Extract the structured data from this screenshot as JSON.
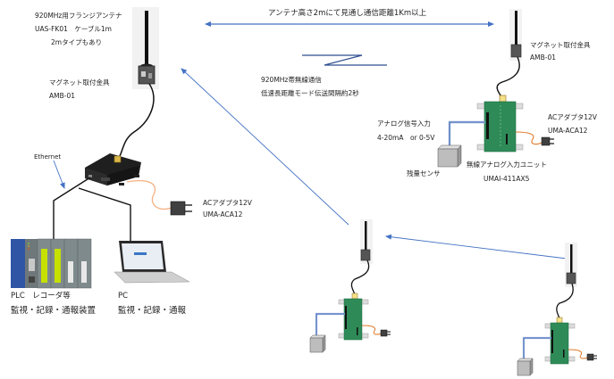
{
  "title": "920MHz wireless analog input system diagram",
  "colors": {
    "arrow": "#4472c4",
    "wire": "#111111",
    "power_cable": "#f4b183",
    "power_cable_dark": "#e07a2a",
    "signal_cable": "#8faadc",
    "board": "#2e8b57",
    "board_dark": "#1d6b41",
    "gateway": "#1f1f1f",
    "plc_blue": "#2f55a4",
    "plc_gray": "#7f8a8c",
    "plc_led": "#c6e000",
    "sensor": "#b7b7b7"
  },
  "labels": {
    "gateway_antenna": {
      "line1": "920MHz用フランジアンテナ",
      "line2": "UAS-FK01　ケーブル1m",
      "line3": "2mタイプもあり"
    },
    "gateway_mount": {
      "line1": "マグネット取付金具",
      "line2": "AMB-01"
    },
    "ethernet": "Ethernet",
    "gateway_adapter": {
      "line1": "ACアダプタ12V",
      "line2": "UMA-ACA12"
    },
    "plc": {
      "line1": "PLC　レコーダ等",
      "line2": "監視・記録・通報装置"
    },
    "pc": {
      "line1": "PC",
      "line2": "監視・記録・通報"
    },
    "range": "アンテナ高さ2mにて見通し通信距離1Km以上",
    "radio": {
      "line1": "920MHz帯無線通信",
      "line2": "低速長距離モード伝送間隔約2秒"
    },
    "unit_mount": {
      "line1": "マグネット取付金具",
      "line2": "AMB-01"
    },
    "analog_input": {
      "line1": "アナログ信号入力",
      "line2": "4-20mA　or 0-5V"
    },
    "unit_adapter": {
      "line1": "ACアダプタ12V",
      "line2": "UMA-ACA12"
    },
    "sensor": "残量センサ",
    "unit": {
      "line1": "無線アナログ入力ユニット",
      "line2": "UMAI-411AX5"
    }
  },
  "nodes": [
    {
      "id": "gateway",
      "name": "920MHz gateway"
    },
    {
      "id": "unit-1",
      "name": "無線アナログ入力ユニット (top right)"
    },
    {
      "id": "unit-2",
      "name": "無線アナログ入力ユニット (middle)"
    },
    {
      "id": "unit-3",
      "name": "無線アナログ入力ユニット (bottom right)"
    },
    {
      "id": "plc",
      "name": "PLC"
    },
    {
      "id": "pc",
      "name": "PC"
    }
  ],
  "links": [
    {
      "from": "gateway-antenna",
      "to": "unit-1-antenna",
      "type": "bidirectional",
      "label_ref": "range"
    },
    {
      "from": "unit-2-antenna",
      "to": "gateway-antenna",
      "type": "arrow"
    },
    {
      "from": "unit-3-antenna",
      "to": "unit-2-antenna",
      "type": "arrow"
    },
    {
      "from": "gateway",
      "to": "plc",
      "type": "ethernet"
    },
    {
      "from": "gateway",
      "to": "pc",
      "type": "ethernet"
    }
  ]
}
